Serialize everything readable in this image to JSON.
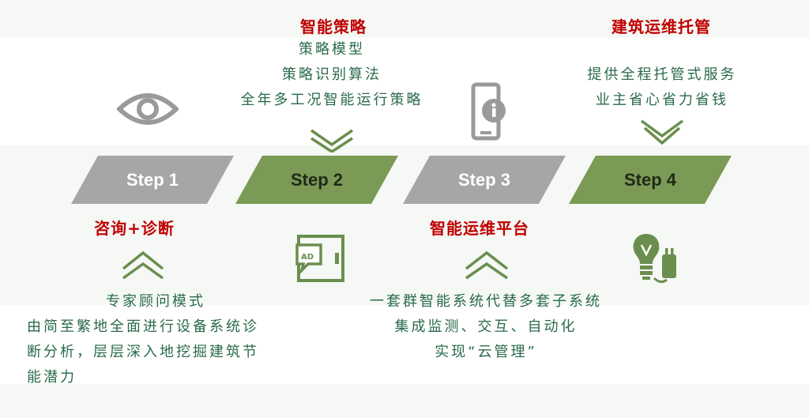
{
  "steps": [
    {
      "label": "Step 1",
      "color": "gray"
    },
    {
      "label": "Step 2",
      "color": "green"
    },
    {
      "label": "Step 3",
      "color": "gray"
    },
    {
      "label": "Step 4",
      "color": "green"
    }
  ],
  "stage1": {
    "title": "咨询+诊断",
    "desc": [
      "专家顾问模式",
      "由简至繁地全面进行设备系统诊",
      "断分析，层层深入地挖掘建筑节",
      "能潜力"
    ]
  },
  "stage2": {
    "title": "智能策略",
    "desc": [
      "策略模型",
      "策略识别算法",
      "全年多工况智能运行策略"
    ]
  },
  "stage3": {
    "title": "智能运维平台",
    "desc": [
      "一套群智能系统代替多套子系统",
      "集成监测、交互、自动化",
      "实现“云管理”"
    ]
  },
  "stage4": {
    "title": "建筑运维托管",
    "desc": [
      "提供全程托管式服务",
      "业主省心省力省钱"
    ]
  },
  "icons": {
    "stage1": "eye-icon",
    "stage2": "ad-board-icon",
    "stage3": "phone-info-icon",
    "stage4": "lightbulb-plug-icon"
  },
  "colors": {
    "title_red": "#c00000",
    "text_green": "#2a6a4a",
    "step_gray": "#a6a6a6",
    "step_green": "#7b9a55",
    "icon_gray": "#9a9a9a",
    "icon_green": "#6b8e4e"
  }
}
